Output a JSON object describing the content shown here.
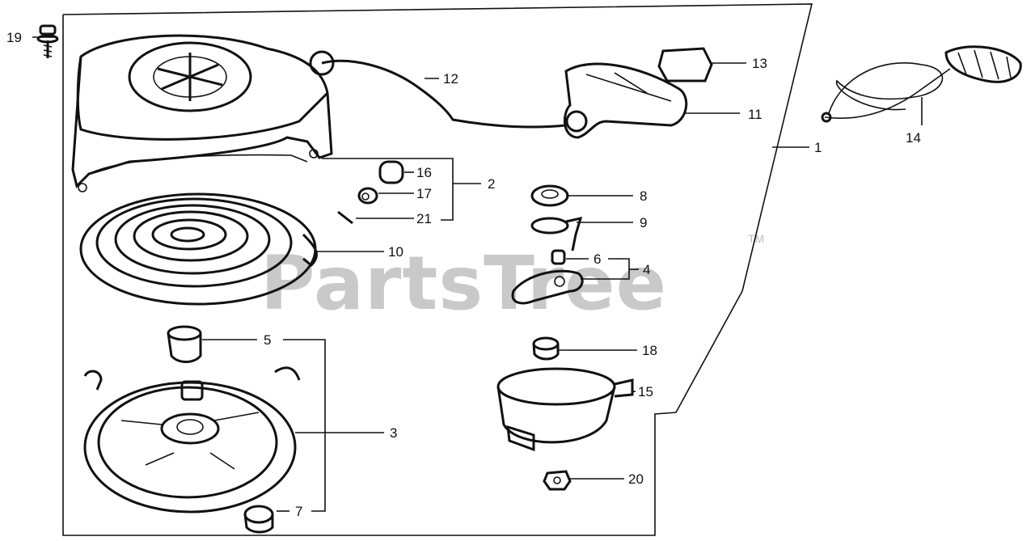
{
  "watermark": {
    "text": "PartsTree",
    "trademark": "TM"
  },
  "callouts": [
    {
      "id": "c1",
      "text": "1"
    },
    {
      "id": "c2",
      "text": "2"
    },
    {
      "id": "c3",
      "text": "3"
    },
    {
      "id": "c4",
      "text": "4"
    },
    {
      "id": "c5",
      "text": "5"
    },
    {
      "id": "c6",
      "text": "6"
    },
    {
      "id": "c7",
      "text": "7"
    },
    {
      "id": "c8",
      "text": "8"
    },
    {
      "id": "c9",
      "text": "9"
    },
    {
      "id": "c10",
      "text": "10"
    },
    {
      "id": "c11",
      "text": "11"
    },
    {
      "id": "c12",
      "text": "12"
    },
    {
      "id": "c13",
      "text": "13"
    },
    {
      "id": "c14",
      "text": "14"
    },
    {
      "id": "c15",
      "text": "15"
    },
    {
      "id": "c16",
      "text": "16"
    },
    {
      "id": "c17",
      "text": "17"
    },
    {
      "id": "c18",
      "text": "18"
    },
    {
      "id": "c19",
      "text": "19"
    },
    {
      "id": "c20",
      "text": "20"
    },
    {
      "id": "c21",
      "text": "21"
    }
  ],
  "colors": {
    "line": "#111111",
    "watermark": "#c9c9c9",
    "background": "#ffffff"
  }
}
